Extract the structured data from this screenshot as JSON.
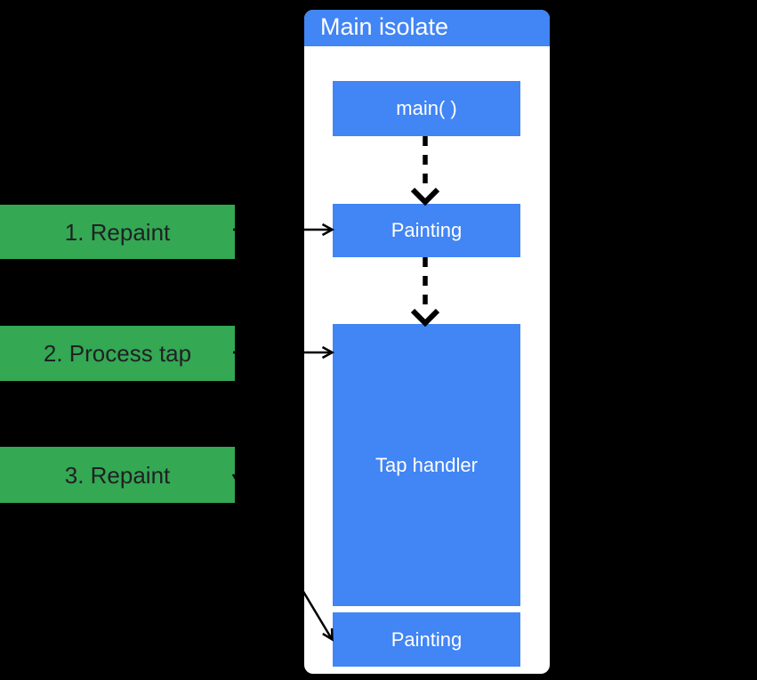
{
  "diagram": {
    "title": "Main isolate",
    "nodes": [
      {
        "id": "main",
        "label": "main( )"
      },
      {
        "id": "painting-1",
        "label": "Painting"
      },
      {
        "id": "tap-handler",
        "label": "Tap handler"
      },
      {
        "id": "painting-2",
        "label": "Painting"
      }
    ],
    "steps": [
      {
        "id": "step-1",
        "label": "1. Repaint"
      },
      {
        "id": "step-2",
        "label": "2. Process tap"
      },
      {
        "id": "step-3",
        "label": "3. Repaint"
      }
    ],
    "edges": [
      {
        "from": "main",
        "to": "painting-1",
        "style": "dashed"
      },
      {
        "from": "painting-1",
        "to": "tap-handler",
        "style": "dashed"
      },
      {
        "from": "step-1",
        "to": "painting-1",
        "style": "solid"
      },
      {
        "from": "step-2",
        "to": "tap-handler",
        "style": "solid"
      },
      {
        "from": "step-3",
        "to": "painting-2",
        "style": "solid"
      }
    ],
    "colors": {
      "background": "#000000",
      "panel": "#ffffff",
      "node_blue": "#4285f4",
      "step_green": "#34a853",
      "arrow": "#000000",
      "node_text": "#ffffff",
      "title_text": "#ffffff",
      "step_text": "#202124"
    }
  }
}
